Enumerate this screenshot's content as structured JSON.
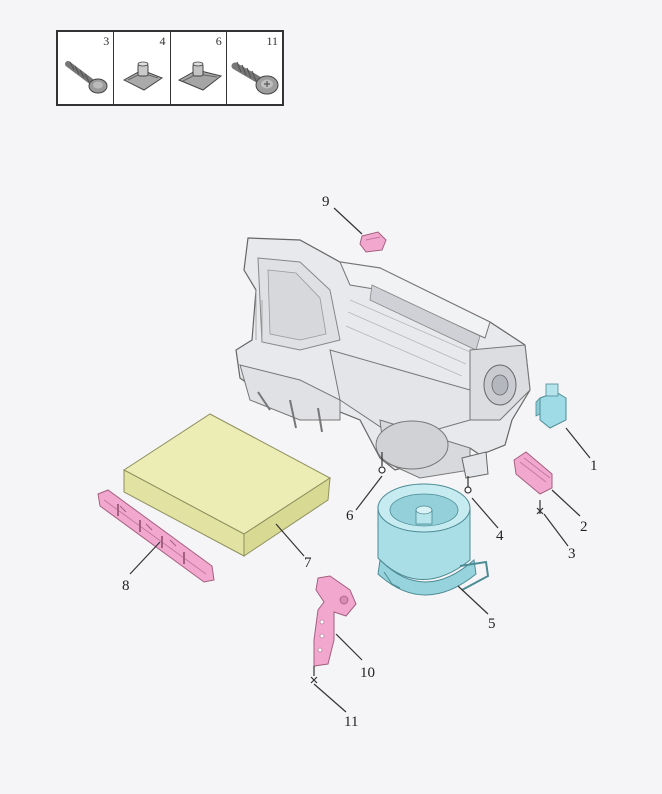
{
  "legend": {
    "cells": [
      {
        "number": "3",
        "icon": "screw-icon"
      },
      {
        "number": "4",
        "icon": "clip-nut-icon"
      },
      {
        "number": "6",
        "icon": "clip-nut-icon"
      },
      {
        "number": "11",
        "icon": "flange-screw-icon"
      }
    ]
  },
  "callouts": {
    "c1": "1",
    "c2": "2",
    "c3": "3",
    "c4": "4",
    "c5": "5",
    "c6": "6",
    "c7": "7",
    "c8": "8",
    "c9": "9",
    "c10": "10",
    "c11": "11"
  },
  "colors": {
    "housing": "#e8e9ec",
    "filter": "#ecedb4",
    "pink_parts": "#f2a7cf",
    "blower": "#a9dee6",
    "actuator": "#9fdbe6"
  }
}
